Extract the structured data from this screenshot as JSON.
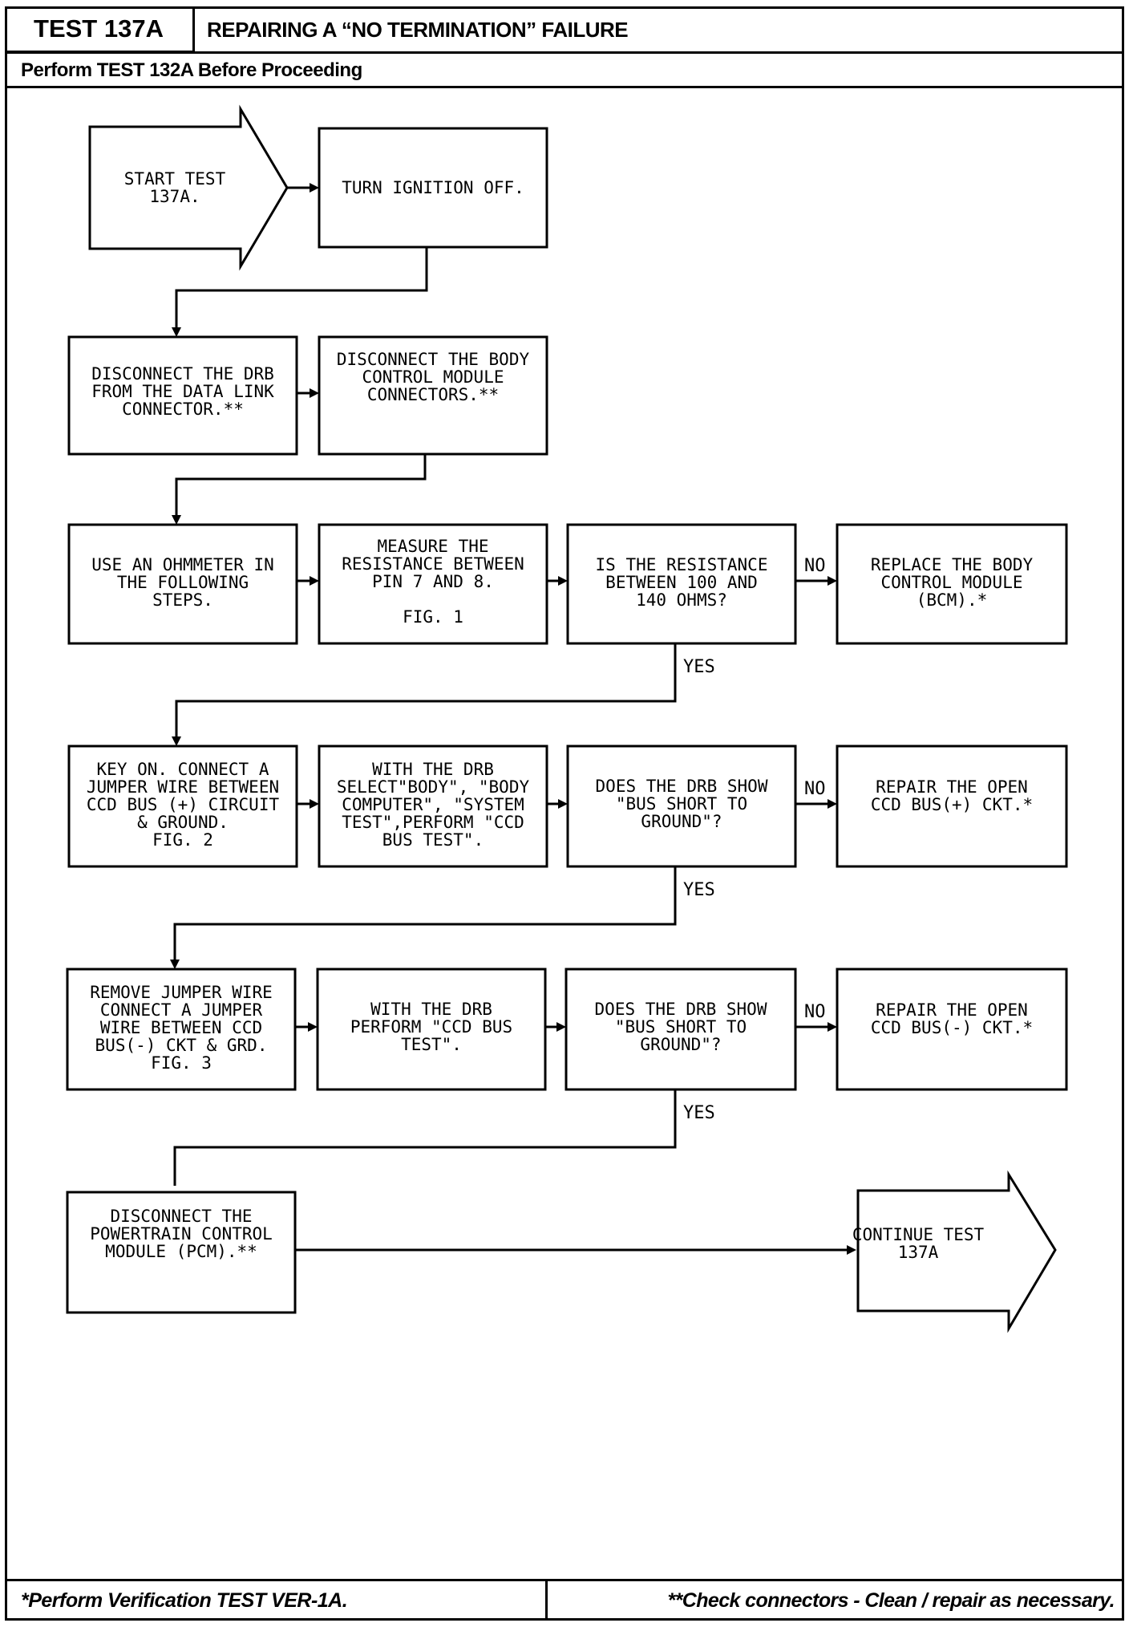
{
  "header": {
    "test_id": "TEST 137A",
    "title": "REPAIRING A “NO TERMINATION” FAILURE",
    "subtitle": "Perform TEST 132A Before Proceeding"
  },
  "footer": {
    "left": "*Perform Verification TEST VER-1A.",
    "right": "**Check connectors - Clean / repair as necessary."
  },
  "labels": {
    "no": "NO",
    "yes": "YES"
  },
  "steps": {
    "start": [
      "START TEST",
      "137A."
    ],
    "ignition_off": [
      "TURN IGNITION OFF."
    ],
    "disconnect_drb": [
      "DISCONNECT THE DRB",
      "FROM THE DATA LINK",
      "CONNECTOR.**"
    ],
    "disconnect_bcm": [
      "DISCONNECT THE BODY",
      "CONTROL MODULE",
      "CONNECTORS.**"
    ],
    "use_ohmmeter": [
      "USE AN OHMMETER IN",
      "THE FOLLOWING",
      "STEPS."
    ],
    "measure_resistance": [
      "MEASURE THE",
      "RESISTANCE BETWEEN",
      "PIN 7 AND 8.",
      "",
      "FIG. 1"
    ],
    "resistance_question": [
      "IS THE RESISTANCE",
      "BETWEEN 100 AND",
      "140 OHMS?"
    ],
    "replace_bcm": [
      "REPLACE THE BODY",
      "CONTROL MODULE",
      "(BCM).*"
    ],
    "key_on_jumper": [
      "KEY ON. CONNECT A",
      "JUMPER WIRE BETWEEN",
      "CCD BUS (+) CIRCUIT",
      "& GROUND.",
      "FIG. 2"
    ],
    "drb_select": [
      "WITH THE DRB",
      "SELECT\"BODY\", \"BODY",
      "COMPUTER\", \"SYSTEM",
      "TEST\",PERFORM \"CCD",
      "BUS TEST\"."
    ],
    "bus_short_q1": [
      "DOES THE DRB SHOW",
      "\"BUS SHORT TO",
      "GROUND\"?"
    ],
    "repair_open_plus": [
      "REPAIR THE OPEN",
      "CCD BUS(+) CKT.*"
    ],
    "remove_jumper": [
      "REMOVE JUMPER WIRE",
      "CONNECT A JUMPER",
      "WIRE BETWEEN CCD",
      "BUS(-) CKT & GRD.",
      "FIG. 3"
    ],
    "drb_perform": [
      "WITH THE DRB",
      "PERFORM \"CCD BUS",
      "TEST\"."
    ],
    "bus_short_q2": [
      "DOES THE DRB SHOW",
      "\"BUS SHORT TO",
      "GROUND\"?"
    ],
    "repair_open_minus": [
      "REPAIR THE OPEN",
      "CCD BUS(-) CKT.*"
    ],
    "disconnect_pcm": [
      "DISCONNECT THE",
      "POWERTRAIN CONTROL",
      "MODULE (PCM).**"
    ],
    "continue": [
      "CONTINUE TEST",
      "137A"
    ]
  }
}
